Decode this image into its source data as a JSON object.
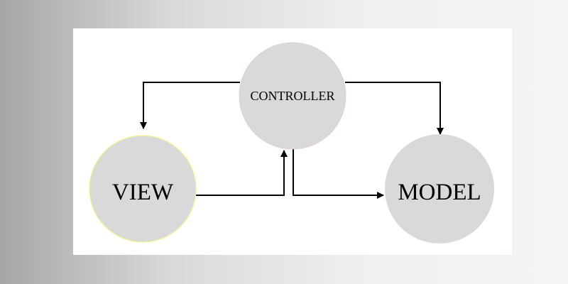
{
  "diagram": {
    "nodes": {
      "controller": {
        "label": "CONTROLLER"
      },
      "view": {
        "label": "VIEW"
      },
      "model": {
        "label": "MODEL"
      }
    },
    "edges": [
      {
        "from": "controller",
        "to": "view"
      },
      {
        "from": "controller",
        "to": "model"
      },
      {
        "from": "view",
        "to": "controller"
      },
      {
        "from": "controller",
        "to": "model"
      }
    ]
  }
}
